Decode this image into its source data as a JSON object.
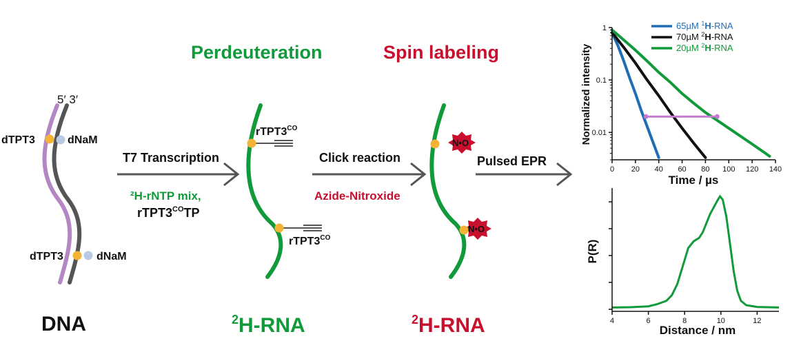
{
  "headings": {
    "perdeuteration": "Perdeuteration",
    "spin_labeling": "Spin labeling"
  },
  "dna": {
    "ends": "5′ 3′",
    "upper_left": "dTPT3",
    "upper_right": "dNaM",
    "lower_left": "dTPT3",
    "lower_right": "dNaM",
    "caption": "DNA"
  },
  "step1": {
    "above": "T7 Transcription",
    "below_line1": "²H-rNTP mix,",
    "below_line2_main": "rTPT3",
    "below_line2_sup": "CO",
    "below_line2_tail": "TP"
  },
  "rna1": {
    "top_label_main": "rTPT3",
    "top_label_sup": "CO",
    "bottom_label_main": "rTPT3",
    "bottom_label_sup": "CO",
    "caption_sup": "2",
    "caption_main": "H-RNA"
  },
  "step2": {
    "above": "Click reaction",
    "below": "Azide-Nitroxide"
  },
  "rna2": {
    "tag": "N•O",
    "caption_sup": "2",
    "caption_main": "H-RNA"
  },
  "step3": {
    "above": "Pulsed EPR"
  },
  "colors": {
    "green": "#119a3a",
    "red": "#c8102e",
    "purple": "#b487c4",
    "gray": "#555555",
    "orange": "#f5b335",
    "lightblue": "#b9c9e2",
    "blue": "#1f6eb5",
    "black": "#111111",
    "violet": "#c27bd0"
  },
  "chart_data": [
    {
      "type": "line",
      "xlabel": "Time / µs",
      "ylabel": "Normalized  intensity",
      "xlim": [
        0,
        140
      ],
      "ylim": [
        0.003,
        1
      ],
      "yscale": "log",
      "xticks": [
        0,
        20,
        40,
        60,
        80,
        100,
        120,
        140
      ],
      "xtick_labels": [
        "0",
        "20",
        "40",
        "60",
        "80",
        "100",
        "120",
        "140"
      ],
      "yticks": [
        1,
        0.1,
        0.01
      ],
      "ytick_labels": [
        "1",
        "0.1",
        "0.01"
      ],
      "legend_position": "top-right",
      "series": [
        {
          "label_prefix": "65µM  ",
          "label_sup": "1",
          "label_H": "H",
          "label_suffix": "-RNA",
          "color": "#1f6eb5",
          "x": [
            0,
            5,
            10,
            15,
            20,
            25,
            30,
            35,
            40
          ],
          "y": [
            0.8,
            0.45,
            0.23,
            0.11,
            0.055,
            0.026,
            0.013,
            0.0065,
            0.0033
          ]
        },
        {
          "label_prefix": "70µM  ",
          "label_sup": "2",
          "label_H": "H",
          "label_suffix": "-RNA",
          "color": "#111111",
          "x": [
            0,
            10,
            20,
            30,
            40,
            50,
            60,
            70,
            80
          ],
          "y": [
            0.8,
            0.42,
            0.21,
            0.1,
            0.05,
            0.024,
            0.012,
            0.0062,
            0.0033
          ]
        },
        {
          "label_prefix": "20µM  ",
          "label_sup": "2",
          "label_H": "H",
          "label_suffix": "-RNA",
          "color": "#119a3a",
          "x": [
            0,
            10,
            20,
            30,
            40,
            50,
            60,
            70,
            80,
            90,
            100,
            110,
            120,
            130,
            135
          ],
          "y": [
            0.9,
            0.58,
            0.37,
            0.23,
            0.14,
            0.09,
            0.055,
            0.036,
            0.024,
            0.017,
            0.012,
            0.0085,
            0.006,
            0.0042,
            0.0035
          ]
        }
      ],
      "annotation_line": {
        "color": "#c27bd0",
        "x_start": 29,
        "x_end": 90,
        "y": 0.02
      }
    },
    {
      "type": "line",
      "xlabel": "Distance / nm",
      "ylabel": "P(R)",
      "xlim": [
        4,
        13.2
      ],
      "xticks": [
        4,
        6,
        8,
        10,
        12
      ],
      "xtick_labels": [
        "4",
        "6",
        "8",
        "10",
        "12"
      ],
      "yticks_unlabeled": 5,
      "series": [
        {
          "color": "#119a3a",
          "x": [
            4.0,
            5.0,
            6.0,
            6.5,
            7.0,
            7.3,
            7.6,
            7.9,
            8.2,
            8.5,
            8.8,
            9.0,
            9.2,
            9.4,
            9.6,
            9.8,
            9.95,
            10.1,
            10.3,
            10.5,
            10.7,
            10.9,
            11.1,
            11.4,
            12.0,
            13.2
          ],
          "y": [
            0.01,
            0.012,
            0.02,
            0.04,
            0.07,
            0.12,
            0.22,
            0.38,
            0.54,
            0.6,
            0.63,
            0.68,
            0.76,
            0.84,
            0.9,
            0.96,
            1.0,
            0.97,
            0.82,
            0.58,
            0.34,
            0.16,
            0.07,
            0.03,
            0.015,
            0.01
          ]
        }
      ]
    }
  ]
}
